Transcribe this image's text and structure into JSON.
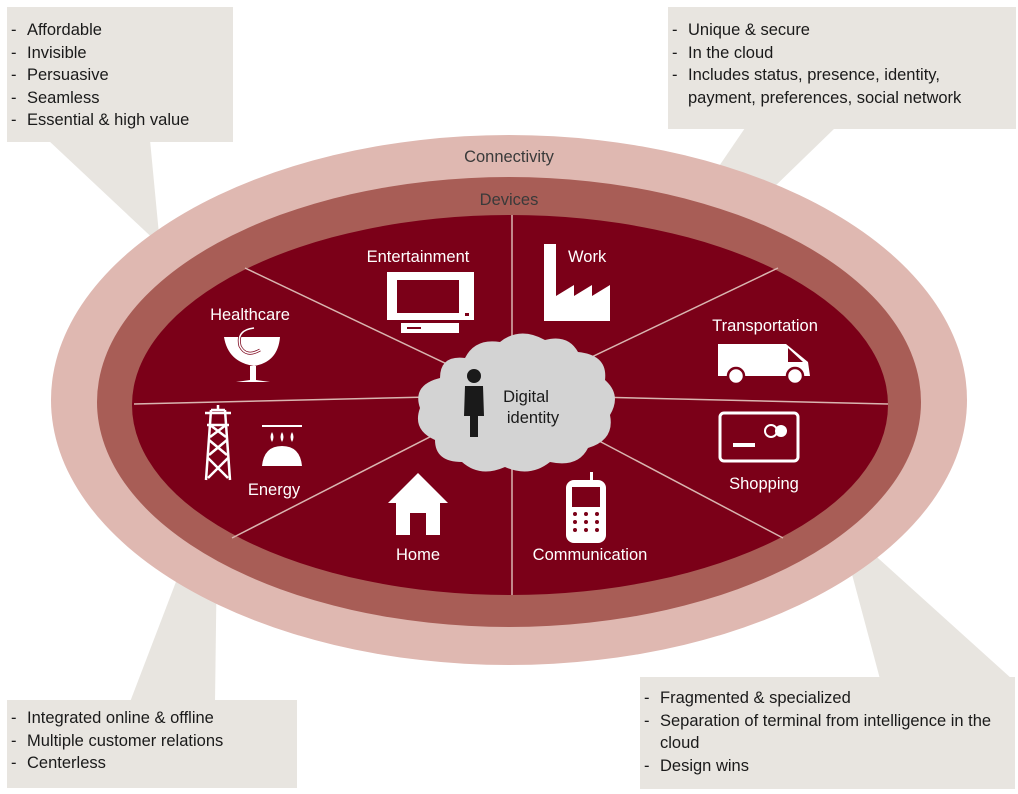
{
  "callouts": {
    "top_left": [
      "Affordable",
      "Invisible",
      "Persuasive",
      "Seamless",
      "Essential & high value"
    ],
    "top_right": [
      "Unique & secure",
      "In the cloud",
      "Includes status, presence, identity, payment, preferences, social network"
    ],
    "bottom_left": [
      "Integrated online & offline",
      "Multiple customer relations",
      "Centerless"
    ],
    "bottom_right": [
      "Fragmented & specialized",
      "Separation of terminal from intelligence in the cloud",
      "Design wins"
    ]
  },
  "rings": {
    "connectivity": "Connectivity",
    "devices": "Devices"
  },
  "center": {
    "line1": "Digital",
    "line2": "identity"
  },
  "segments": {
    "entertainment": "Entertainment",
    "work": "Work",
    "transportation": "Transportation",
    "shopping": "Shopping",
    "communication": "Communication",
    "home": "Home",
    "energy": "Energy",
    "healthcare": "Healthcare"
  },
  "colors": {
    "outer_ring": "#dfb8b1",
    "middle_ring": "#a85d56",
    "inner": "#7b0018",
    "callout_bg": "#e8e5e0",
    "cloud": "#d3d3d3"
  },
  "icons": {
    "entertainment": "computer-monitor-icon",
    "work": "factory-icon",
    "transportation": "van-icon",
    "shopping": "credit-card-icon",
    "communication": "mobile-phone-icon",
    "home": "house-icon",
    "energy": "power-pylon-icon",
    "energy_secondary": "gas-flame-icon",
    "healthcare": "bowl-of-hygieia-icon",
    "center": "person-icon"
  }
}
